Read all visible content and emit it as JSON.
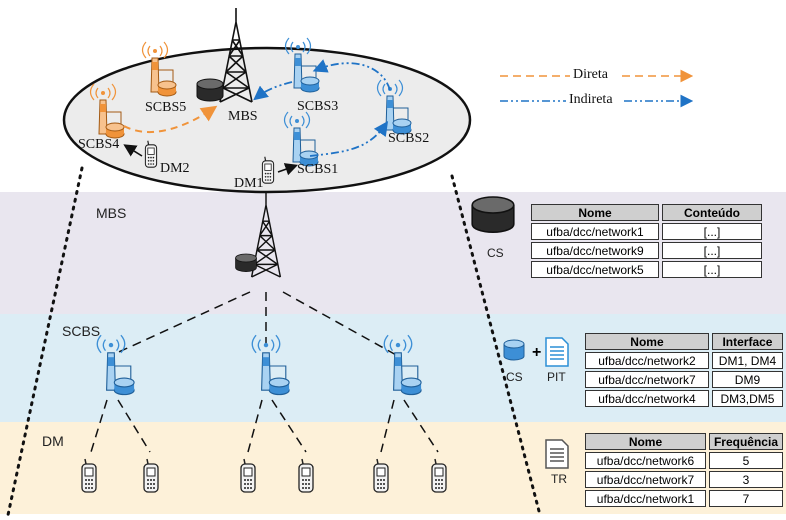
{
  "top": {
    "labels": {
      "mbs": "MBS",
      "scbs1": "SCBS1",
      "scbs2": "SCBS2",
      "scbs3": "SCBS3",
      "scbs4": "SCBS4",
      "scbs5": "SCBS5",
      "dm1": "DM1",
      "dm2": "DM2"
    },
    "legend": {
      "direct": "Direta",
      "indirect": "Indireta",
      "direct_color": "#f0933a",
      "indirect_color": "#1f73c6"
    }
  },
  "bands": {
    "mbs": {
      "label": "MBS",
      "color": "#e9e6ef"
    },
    "scbs": {
      "label": "SCBS",
      "color": "#dcedf5"
    },
    "dm": {
      "label": "DM",
      "color": "#fdf1d9"
    }
  },
  "cs_table": {
    "caption": "CS",
    "headers": [
      "Nome",
      "Conteúdo"
    ],
    "rows": [
      [
        "ufba/dcc/network1",
        "[...]"
      ],
      [
        "ufba/dcc/network9",
        "[...]"
      ],
      [
        "ufba/dcc/network5",
        "[...]"
      ]
    ]
  },
  "pit_table": {
    "cs_caption": "CS",
    "pit_caption": "PIT",
    "plus": "+",
    "headers": [
      "Nome",
      "Interface"
    ],
    "rows": [
      [
        "ufba/dcc/network2",
        "DM1, DM4"
      ],
      [
        "ufba/dcc/network7",
        "DM9"
      ],
      [
        "ufba/dcc/network4",
        "DM3,DM5"
      ]
    ]
  },
  "tr_table": {
    "caption": "TR",
    "headers": [
      "Nome",
      "Frequência"
    ],
    "rows": [
      [
        "ufba/dcc/network6",
        "5"
      ],
      [
        "ufba/dcc/network7",
        "3"
      ],
      [
        "ufba/dcc/network1",
        "7"
      ]
    ]
  },
  "colors": {
    "orange": "#f0933a",
    "blue": "#3d8fd6",
    "blue_light": "#a9d2f2",
    "orange_light": "#f7c28e"
  }
}
